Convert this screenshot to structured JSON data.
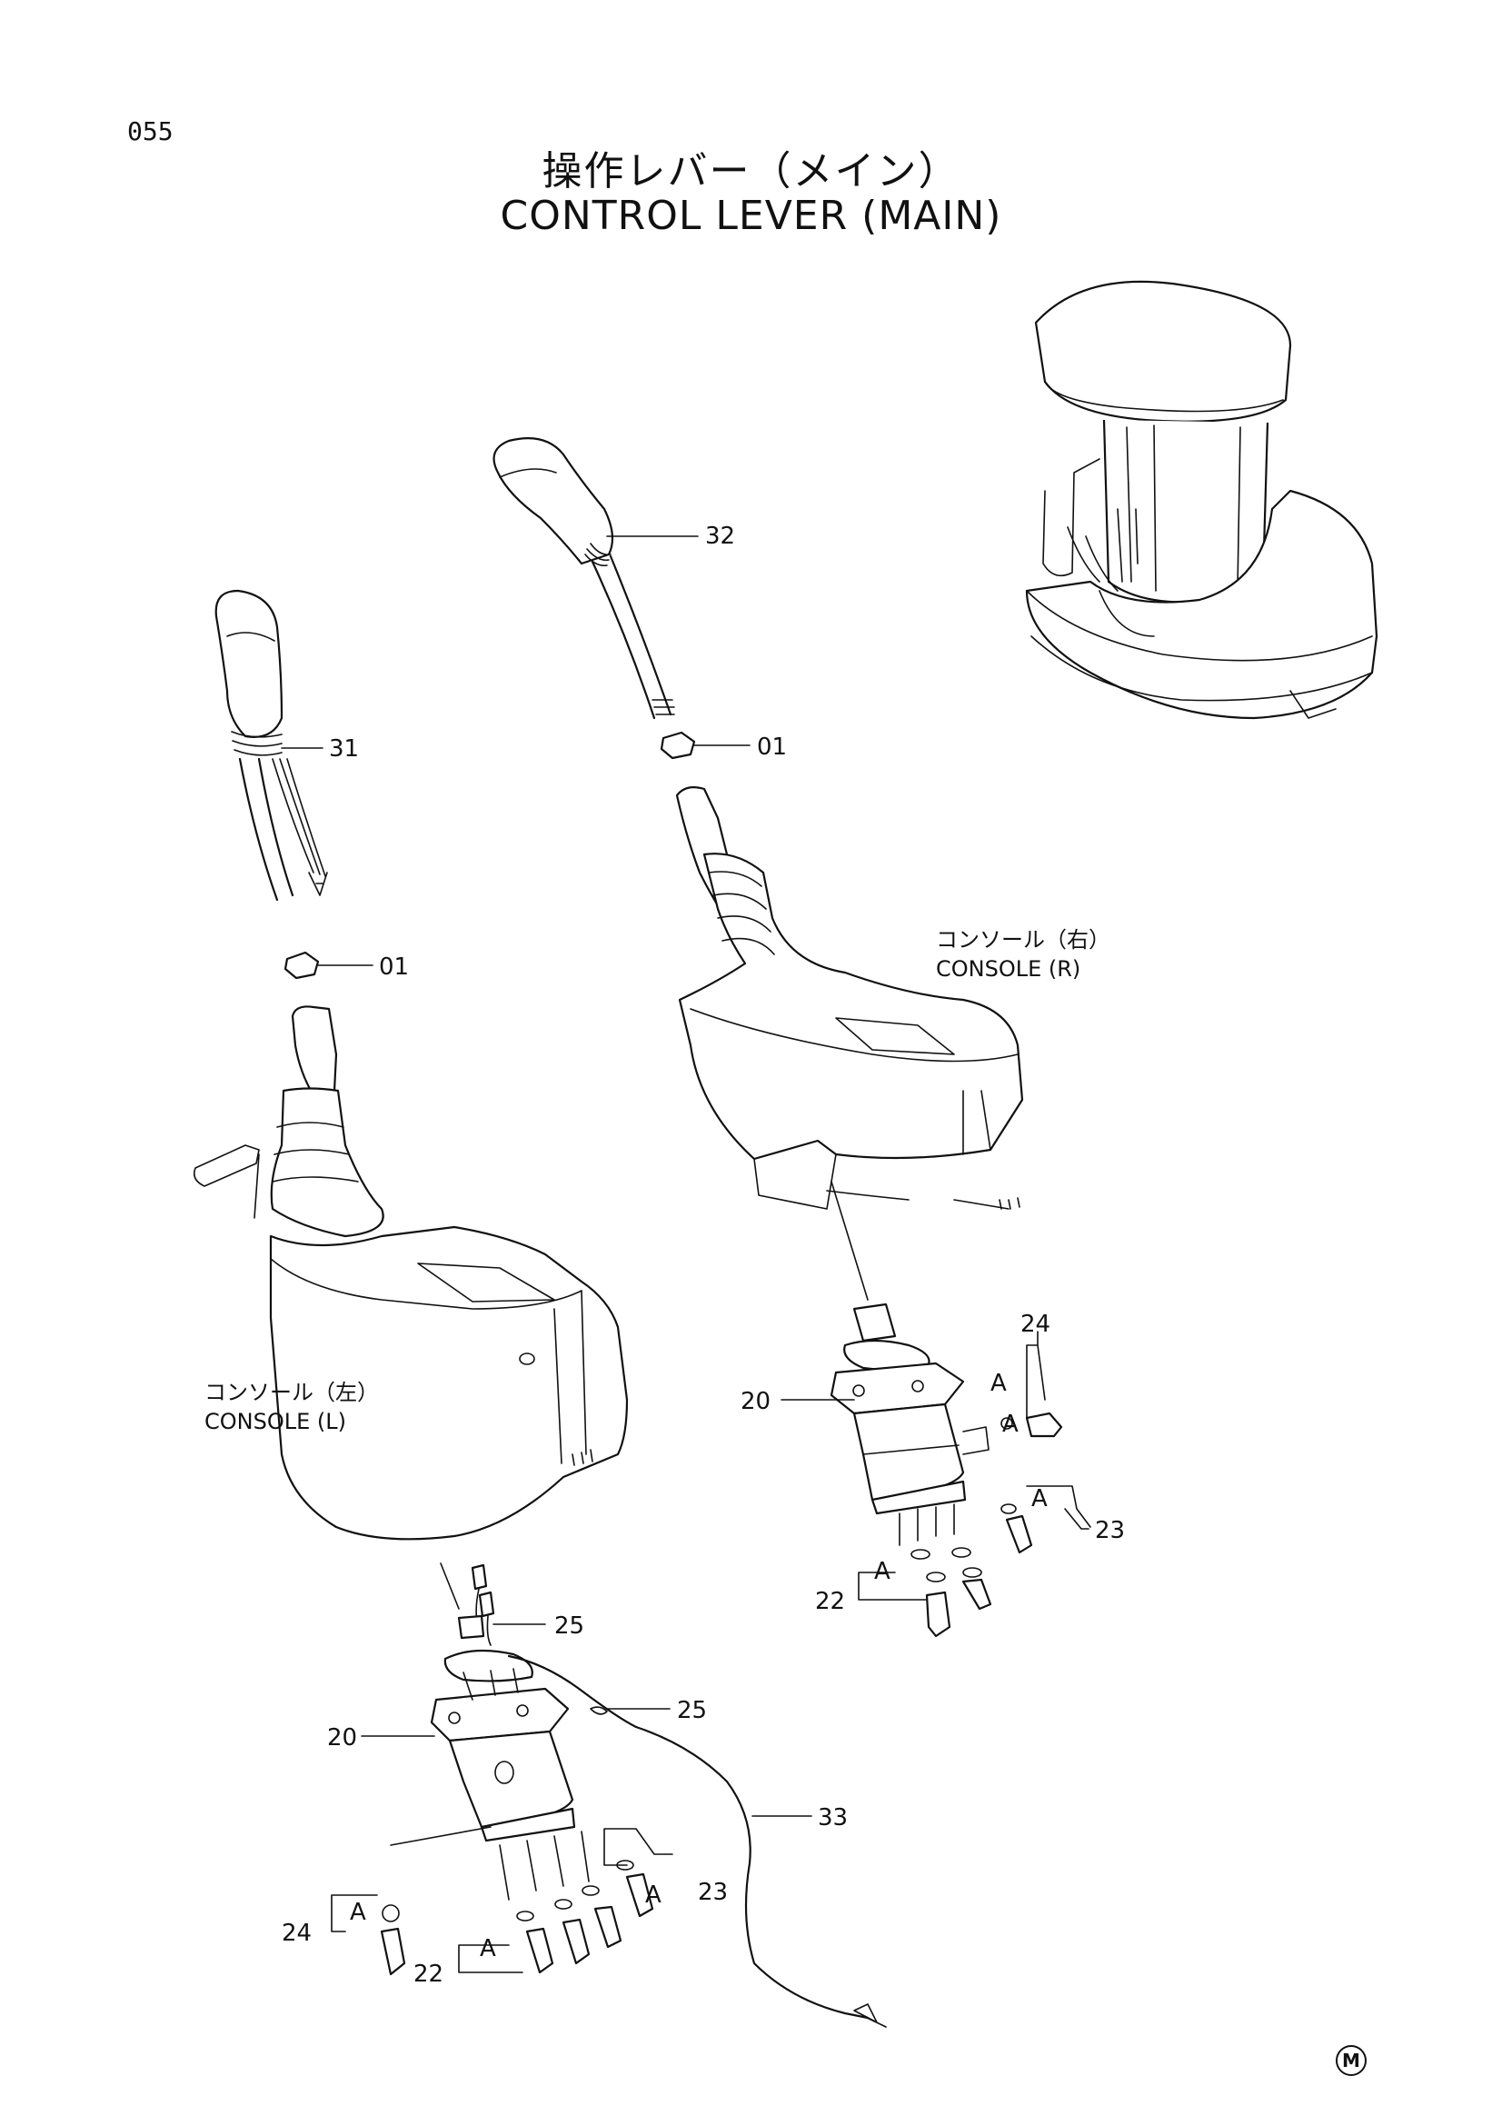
{
  "page_number": "055",
  "title_jp": "操作レバー（メイン）",
  "title_en": "CONTROL LEVER (MAIN)",
  "labels": {
    "console_right_jp": "コンソール（右）",
    "console_right_en": "CONSOLE (R)",
    "console_left_jp": "コンソール（左）",
    "console_left_en": "CONSOLE (L)"
  },
  "callouts": {
    "c32": "32",
    "c31": "31",
    "c01a": "01",
    "c01b": "01",
    "c20r": "20",
    "c24r": "24",
    "c23r": "23",
    "c22r": "22",
    "c25a": "25",
    "c25b": "25",
    "c20l": "20",
    "c33": "33",
    "c23l": "23",
    "c24l": "24",
    "c22l": "22"
  },
  "ref_letters": {
    "a1": "A",
    "a2": "A",
    "a3": "A",
    "a4": "A",
    "a5": "A",
    "a6": "A",
    "a7": "A"
  },
  "mark": "M"
}
